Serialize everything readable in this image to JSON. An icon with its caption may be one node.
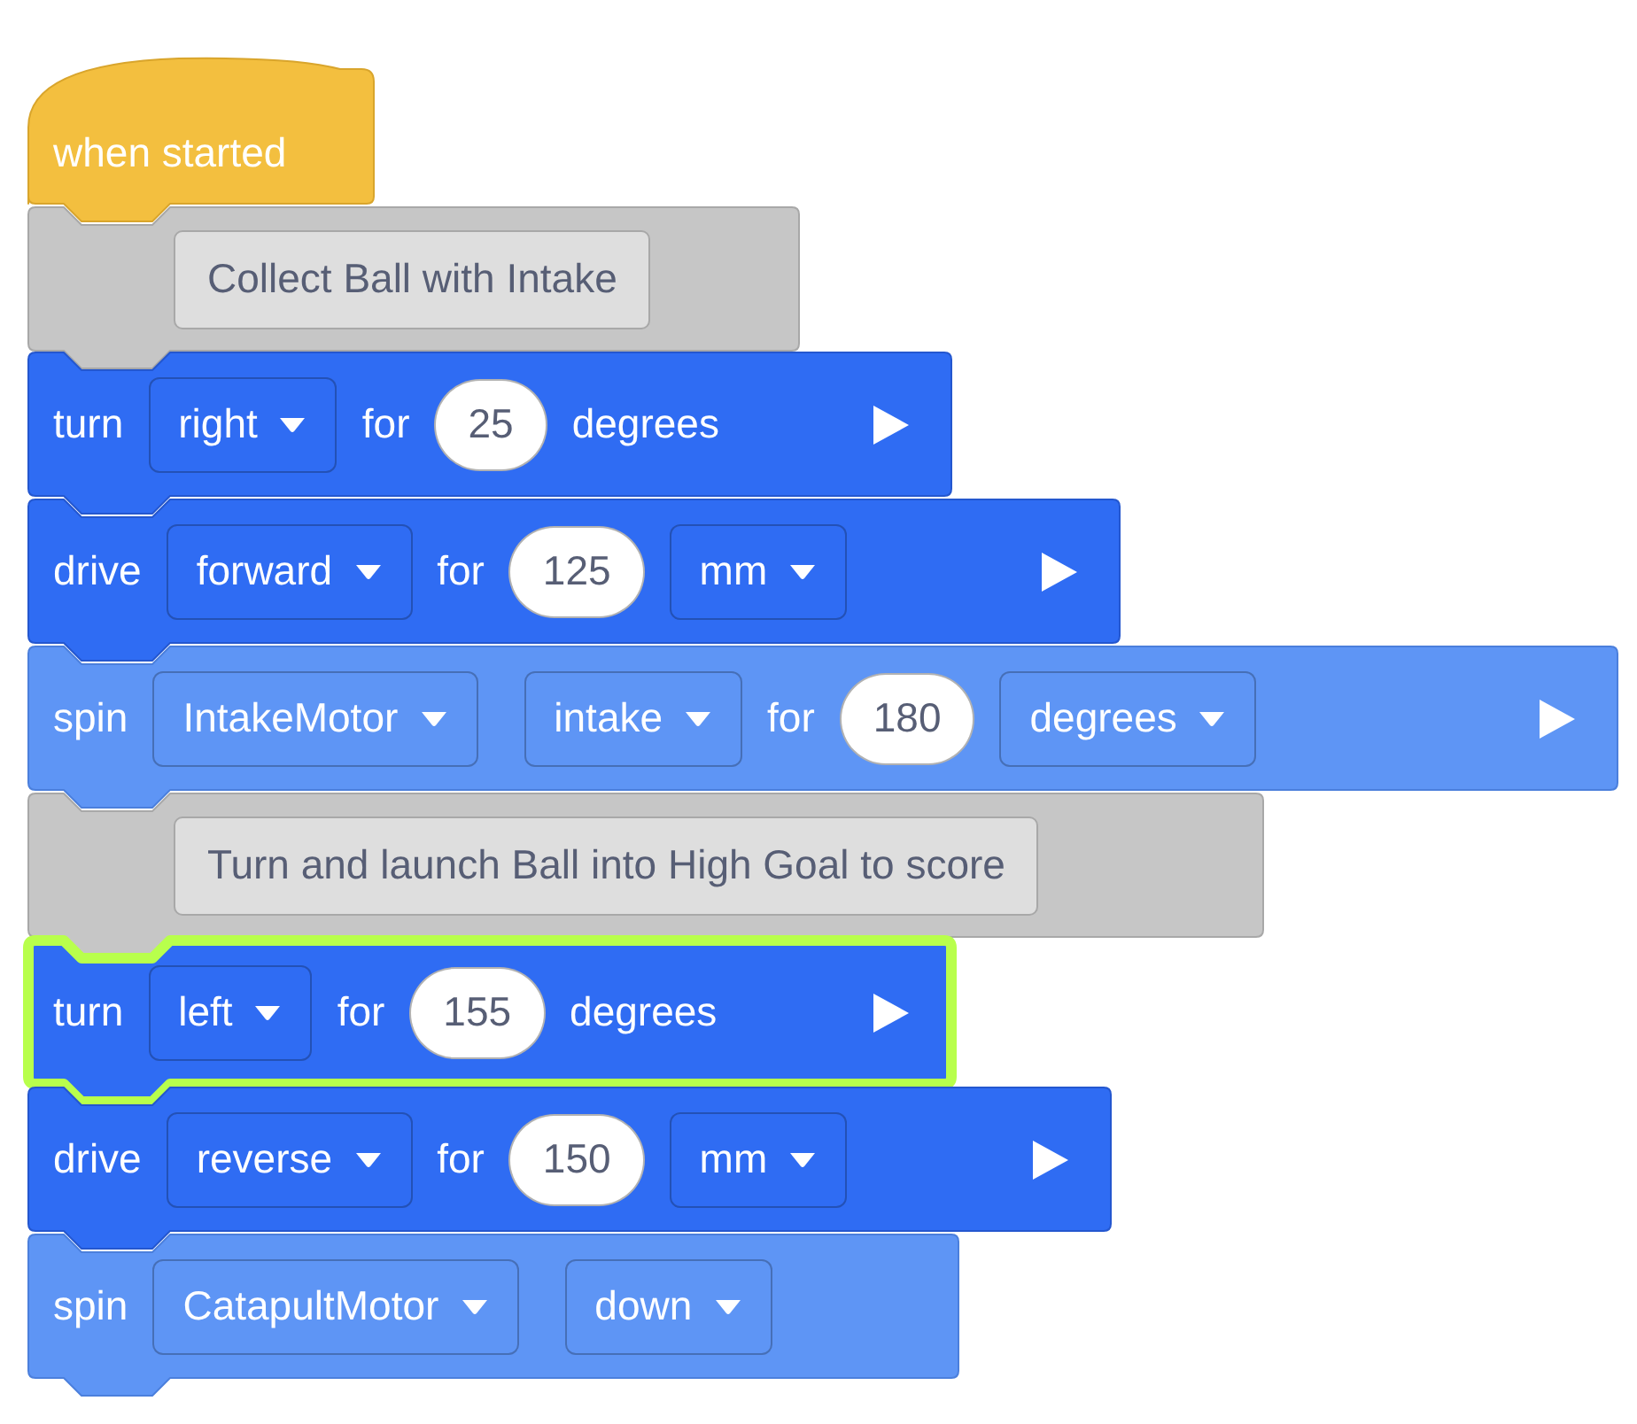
{
  "diagram": {
    "nodes": [
      {
        "text": [
          "when started"
        ]
      },
      {
        "text": [],
        "shape": "box"
      },
      {
        "text": [
          "Collect Ball with Intake"
        ],
        "in": 1
      },
      {
        "text": [
          "turn",
          "for",
          "degrees"
        ]
      },
      {
        "text": [
          "right"
        ],
        "in": 3
      },
      {
        "text": [
          "25"
        ],
        "in": 3
      },
      {
        "text": [
          "drive",
          "for"
        ]
      },
      {
        "text": [
          "forward"
        ],
        "in": 6
      },
      {
        "text": [
          "125"
        ],
        "in": 6
      },
      {
        "text": [
          "mm"
        ],
        "in": 6
      },
      {
        "text": [
          "spin",
          "for"
        ]
      },
      {
        "text": [
          "IntakeMotor"
        ],
        "in": 10
      },
      {
        "text": [
          "intake"
        ],
        "in": 10
      },
      {
        "text": [
          "180"
        ],
        "in": 10
      },
      {
        "text": [
          "degrees"
        ],
        "in": 10
      },
      {
        "text": [],
        "shape": "box"
      },
      {
        "text": [
          "Turn and launch Ball into High Goal to score"
        ],
        "in": 15
      },
      {
        "text": [
          "turn",
          "for",
          "degrees"
        ]
      },
      {
        "text": [
          "left"
        ],
        "in": 17
      },
      {
        "text": [
          "155"
        ],
        "in": 17
      },
      {
        "text": [
          "drive",
          "for"
        ]
      },
      {
        "text": [
          "reverse"
        ],
        "in": 20
      },
      {
        "text": [
          "150"
        ],
        "in": 20
      },
      {
        "text": [
          "mm"
        ],
        "in": 20
      },
      {
        "text": [
          "spin"
        ]
      },
      {
        "text": [
          "CatapultMotor"
        ],
        "in": 24
      },
      {
        "text": [
          "down"
        ],
        "in": 24
      }
    ]
  }
}
